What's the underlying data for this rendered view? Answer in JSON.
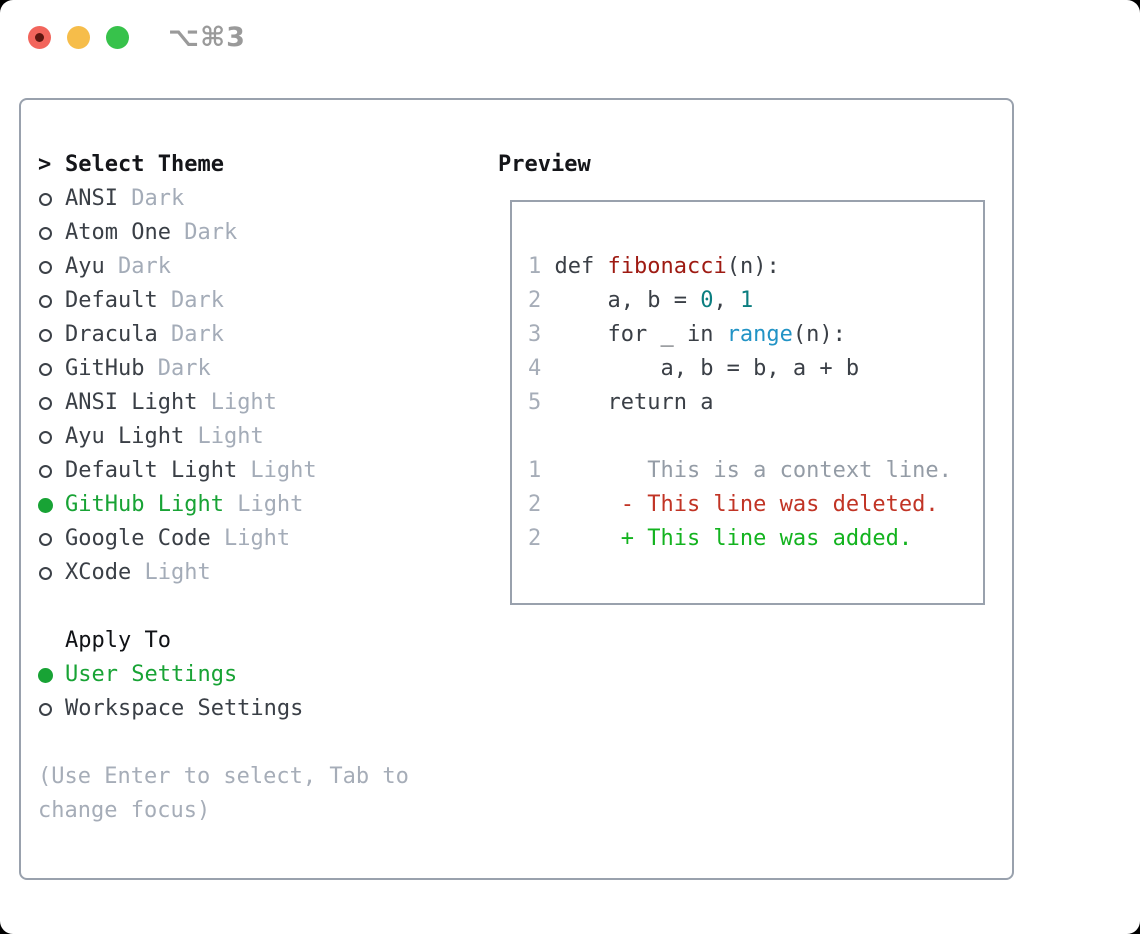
{
  "window": {
    "title": "⌥⌘3",
    "traffic_lights": [
      "close",
      "minimize",
      "zoom"
    ]
  },
  "theme_picker": {
    "prompt": ">",
    "title": "Select Theme",
    "items": [
      {
        "name": "ANSI",
        "variant": "Dark",
        "selected": false
      },
      {
        "name": "Atom One",
        "variant": "Dark",
        "selected": false
      },
      {
        "name": "Ayu",
        "variant": "Dark",
        "selected": false
      },
      {
        "name": "Default",
        "variant": "Dark",
        "selected": false
      },
      {
        "name": "Dracula",
        "variant": "Dark",
        "selected": false
      },
      {
        "name": "GitHub",
        "variant": "Dark",
        "selected": false
      },
      {
        "name": "ANSI Light",
        "variant": "Light",
        "selected": false
      },
      {
        "name": "Ayu Light",
        "variant": "Light",
        "selected": false
      },
      {
        "name": "Default Light",
        "variant": "Light",
        "selected": false
      },
      {
        "name": "GitHub Light",
        "variant": "Light",
        "selected": true
      },
      {
        "name": "Google Code",
        "variant": "Light",
        "selected": false
      },
      {
        "name": "XCode",
        "variant": "Light",
        "selected": false
      }
    ]
  },
  "apply_to": {
    "title": "Apply To",
    "options": [
      {
        "label": "User Settings",
        "selected": true
      },
      {
        "label": "Workspace Settings",
        "selected": false
      }
    ]
  },
  "hint": {
    "line1": "(Use Enter to select, Tab to",
    "line2": "change focus)"
  },
  "preview": {
    "title": "Preview",
    "code_lines": [
      {
        "num": "1",
        "segs": [
          {
            "t": " def ",
            "c": "code"
          },
          {
            "t": "fibonacci",
            "c": "func"
          },
          {
            "t": "(n):",
            "c": "code"
          }
        ]
      },
      {
        "num": "2",
        "segs": [
          {
            "t": "     a, b = ",
            "c": "code"
          },
          {
            "t": "0",
            "c": "num"
          },
          {
            "t": ", ",
            "c": "code"
          },
          {
            "t": "1",
            "c": "num"
          }
        ]
      },
      {
        "num": "3",
        "segs": [
          {
            "t": "     for _ in ",
            "c": "code"
          },
          {
            "t": "range",
            "c": "builtin"
          },
          {
            "t": "(n):",
            "c": "code"
          }
        ]
      },
      {
        "num": "4",
        "segs": [
          {
            "t": "         a, b = b, a + b",
            "c": "code"
          }
        ]
      },
      {
        "num": "5",
        "segs": [
          {
            "t": "     return a",
            "c": "code"
          }
        ]
      },
      {
        "num": "",
        "segs": []
      },
      {
        "num": "1",
        "segs": [
          {
            "t": "        This is a context line.",
            "c": "ctx"
          }
        ]
      },
      {
        "num": "2",
        "segs": [
          {
            "t": "      - This line was deleted.",
            "c": "del"
          }
        ]
      },
      {
        "num": "2",
        "segs": [
          {
            "t": "      + This line was added.",
            "c": "add"
          }
        ]
      }
    ]
  },
  "colors": {
    "accent_green": "#18a335",
    "added_green": "#13b31f",
    "deleted_red": "#c13425",
    "function_red": "#9e1a12",
    "number_teal": "#0b7e80",
    "builtin_blue": "#2193c5",
    "muted_gray": "#a6adb8",
    "text_dark": "#3a3f46",
    "border_gray": "#99a1ad",
    "traffic_red": "#f2655c",
    "traffic_yellow": "#f6bd4a",
    "traffic_green": "#37c24b"
  }
}
